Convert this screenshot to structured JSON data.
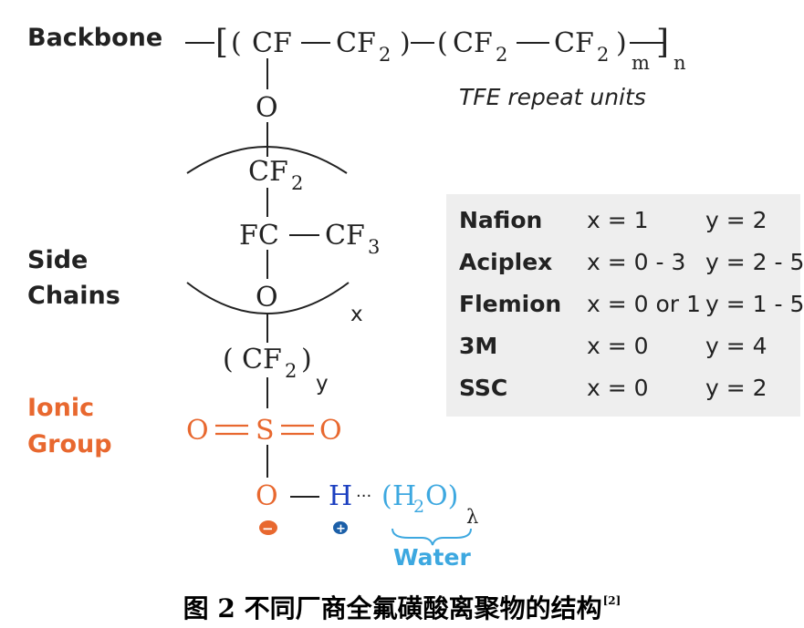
{
  "labels": {
    "backbone": "Backbone",
    "side_chains_line1": "Side",
    "side_chains_line2": "Chains",
    "ionic_line1": "Ionic",
    "ionic_line2": "Group",
    "tfe": "TFE repeat units",
    "water": "Water"
  },
  "chem": {
    "cf": "CF",
    "cf2": "CF",
    "sub2": "2",
    "sub3": "3",
    "fc": "FC",
    "o": "O",
    "s": "S",
    "h": "H",
    "dots": "···",
    "water_formula": "H",
    "water_o": "O)",
    "paren_open": "(",
    "paren_close": ")",
    "bracket_open": "[",
    "bracket_close": "]",
    "m": "m",
    "n": "n",
    "x": "x",
    "y": "y",
    "lambda": "λ",
    "minus": "−",
    "plus": "+"
  },
  "table": {
    "rows": [
      {
        "name": "Nafion",
        "x": "x = 1",
        "y": "y = 2"
      },
      {
        "name": "Aciplex",
        "x": "x = 0 - 3",
        "y": "y = 2 - 5"
      },
      {
        "name": "Flemion",
        "x": "x = 0 or 1",
        "y": "y = 1 - 5"
      },
      {
        "name": "3M",
        "x": "x = 0",
        "y": "y = 4"
      },
      {
        "name": "SSC",
        "x": "x = 0",
        "y": "y = 2"
      }
    ]
  },
  "caption": {
    "text": "图 2  不同厂商全氟磺酸离聚物的结构",
    "ref": "[2]"
  },
  "colors": {
    "ionic": "#e8682f",
    "hydrogen": "#1b3fc0",
    "water": "#3da8e0",
    "text": "#222222",
    "table_bg": "#eeeeee"
  }
}
